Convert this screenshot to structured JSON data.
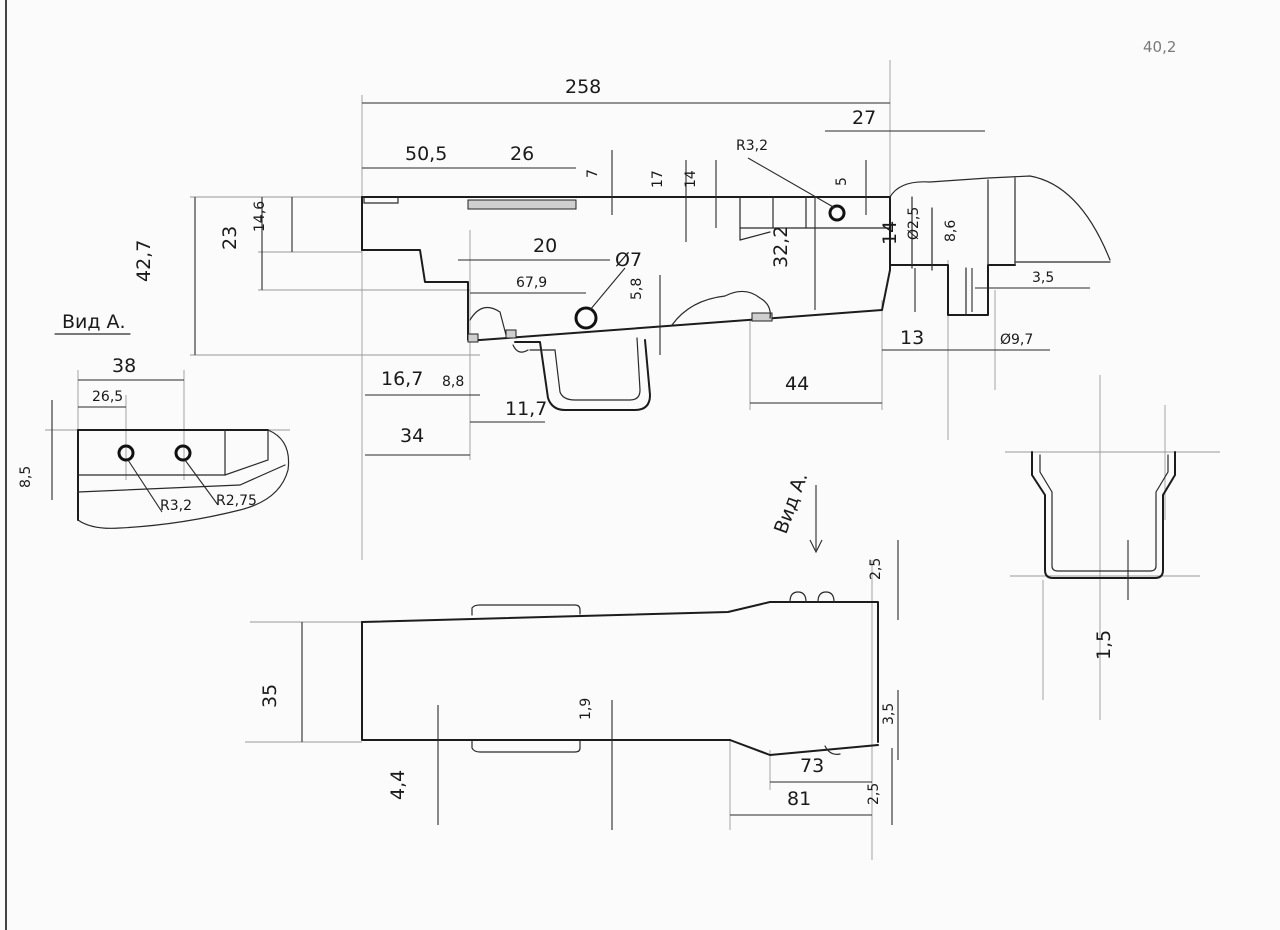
{
  "sheet": {
    "page_number": "40,2"
  },
  "side_view": {
    "overall_length": "258",
    "top_left_offset": "50,5",
    "top_slot_length": "26",
    "slot_depth": "7",
    "height_17": "17",
    "height_14": "14",
    "rear_radius": "R3,2",
    "rear_offset": "27",
    "small_5": "5",
    "total_height": "42,7",
    "front_height": "23",
    "step_height": "14,6",
    "pin_offset": "20",
    "hole_pos": "67,9",
    "hole_dia": "Ø7",
    "ramp_height": "5,8",
    "rear_height": "32,2",
    "rear_14": "14",
    "rear_dia_small": "Ø2,5",
    "rear_86": "8,6",
    "rear_35": "3,5",
    "rear_13": "13",
    "rear_dia_97": "Ø9,7",
    "bottom_167": "16,7",
    "bottom_88": "8,8",
    "bottom_34": "34",
    "bottom_117": "11,7",
    "bottom_44": "44"
  },
  "view_a_detail": {
    "title": "Вид А.",
    "width_38": "38",
    "width_265": "26,5",
    "height_85": "8,5",
    "radius_1": "R3,2",
    "radius_2": "R2,75"
  },
  "top_view": {
    "arrow_label": "Вид А.",
    "width_35": "35",
    "dim_25_top": "2,5",
    "dim_19": "1,9",
    "dim_35": "3,5",
    "dim_44": "4,4",
    "dim_73": "73",
    "dim_81": "81",
    "dim_25_bottom": "2,5"
  },
  "cross_section": {
    "wall_thickness": "1,5"
  }
}
